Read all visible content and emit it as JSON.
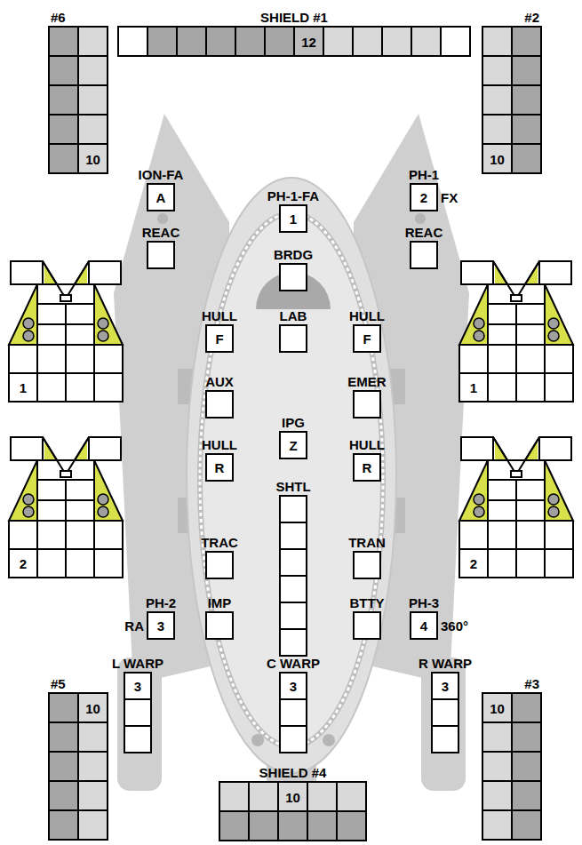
{
  "diagram": {
    "nodes": [
      {
        "text": [
          "SHIELD #1",
          "12"
        ]
      },
      {
        "text": [
          "#6",
          "10"
        ]
      },
      {
        "text": [
          "#2",
          "10"
        ]
      },
      {
        "text": [
          "ION-FA",
          "A"
        ]
      },
      {
        "text": [
          "PH-1-FA",
          "1"
        ]
      },
      {
        "text": [
          "PH-1",
          "2",
          "FX"
        ]
      },
      {
        "text": [
          "REAC"
        ]
      },
      {
        "text": [
          "BRDG"
        ]
      },
      {
        "text": [
          "REAC"
        ]
      },
      {
        "text": [
          "HULL",
          "F"
        ]
      },
      {
        "text": [
          "LAB"
        ]
      },
      {
        "text": [
          "HULL",
          "F"
        ]
      },
      {
        "text": [
          "1"
        ]
      },
      {
        "text": [
          "1"
        ]
      },
      {
        "text": [
          "AUX"
        ]
      },
      {
        "text": [
          "EMER"
        ]
      },
      {
        "text": [
          "IPG",
          "Z"
        ]
      },
      {
        "text": [
          "HULL",
          "R"
        ]
      },
      {
        "text": [
          "SHTL"
        ]
      },
      {
        "text": [
          "HULL",
          "R"
        ]
      },
      {
        "text": [
          "2"
        ]
      },
      {
        "text": [
          "2"
        ]
      },
      {
        "text": [
          "TRAC"
        ]
      },
      {
        "text": [
          "TRAN"
        ]
      },
      {
        "text": [
          "PH-2",
          "3",
          "RA"
        ]
      },
      {
        "text": [
          "IMP"
        ]
      },
      {
        "text": [
          "BTTY"
        ]
      },
      {
        "text": [
          "PH-3",
          "4",
          "360°"
        ]
      },
      {
        "text": [
          "L WARP",
          "3"
        ]
      },
      {
        "text": [
          "C WARP",
          "3"
        ]
      },
      {
        "text": [
          "R WARP",
          "3"
        ]
      },
      {
        "text": [
          "#5",
          "10"
        ]
      },
      {
        "text": [
          "#3",
          "10"
        ]
      },
      {
        "text": [
          "SHIELD #4",
          "10"
        ]
      }
    ]
  }
}
